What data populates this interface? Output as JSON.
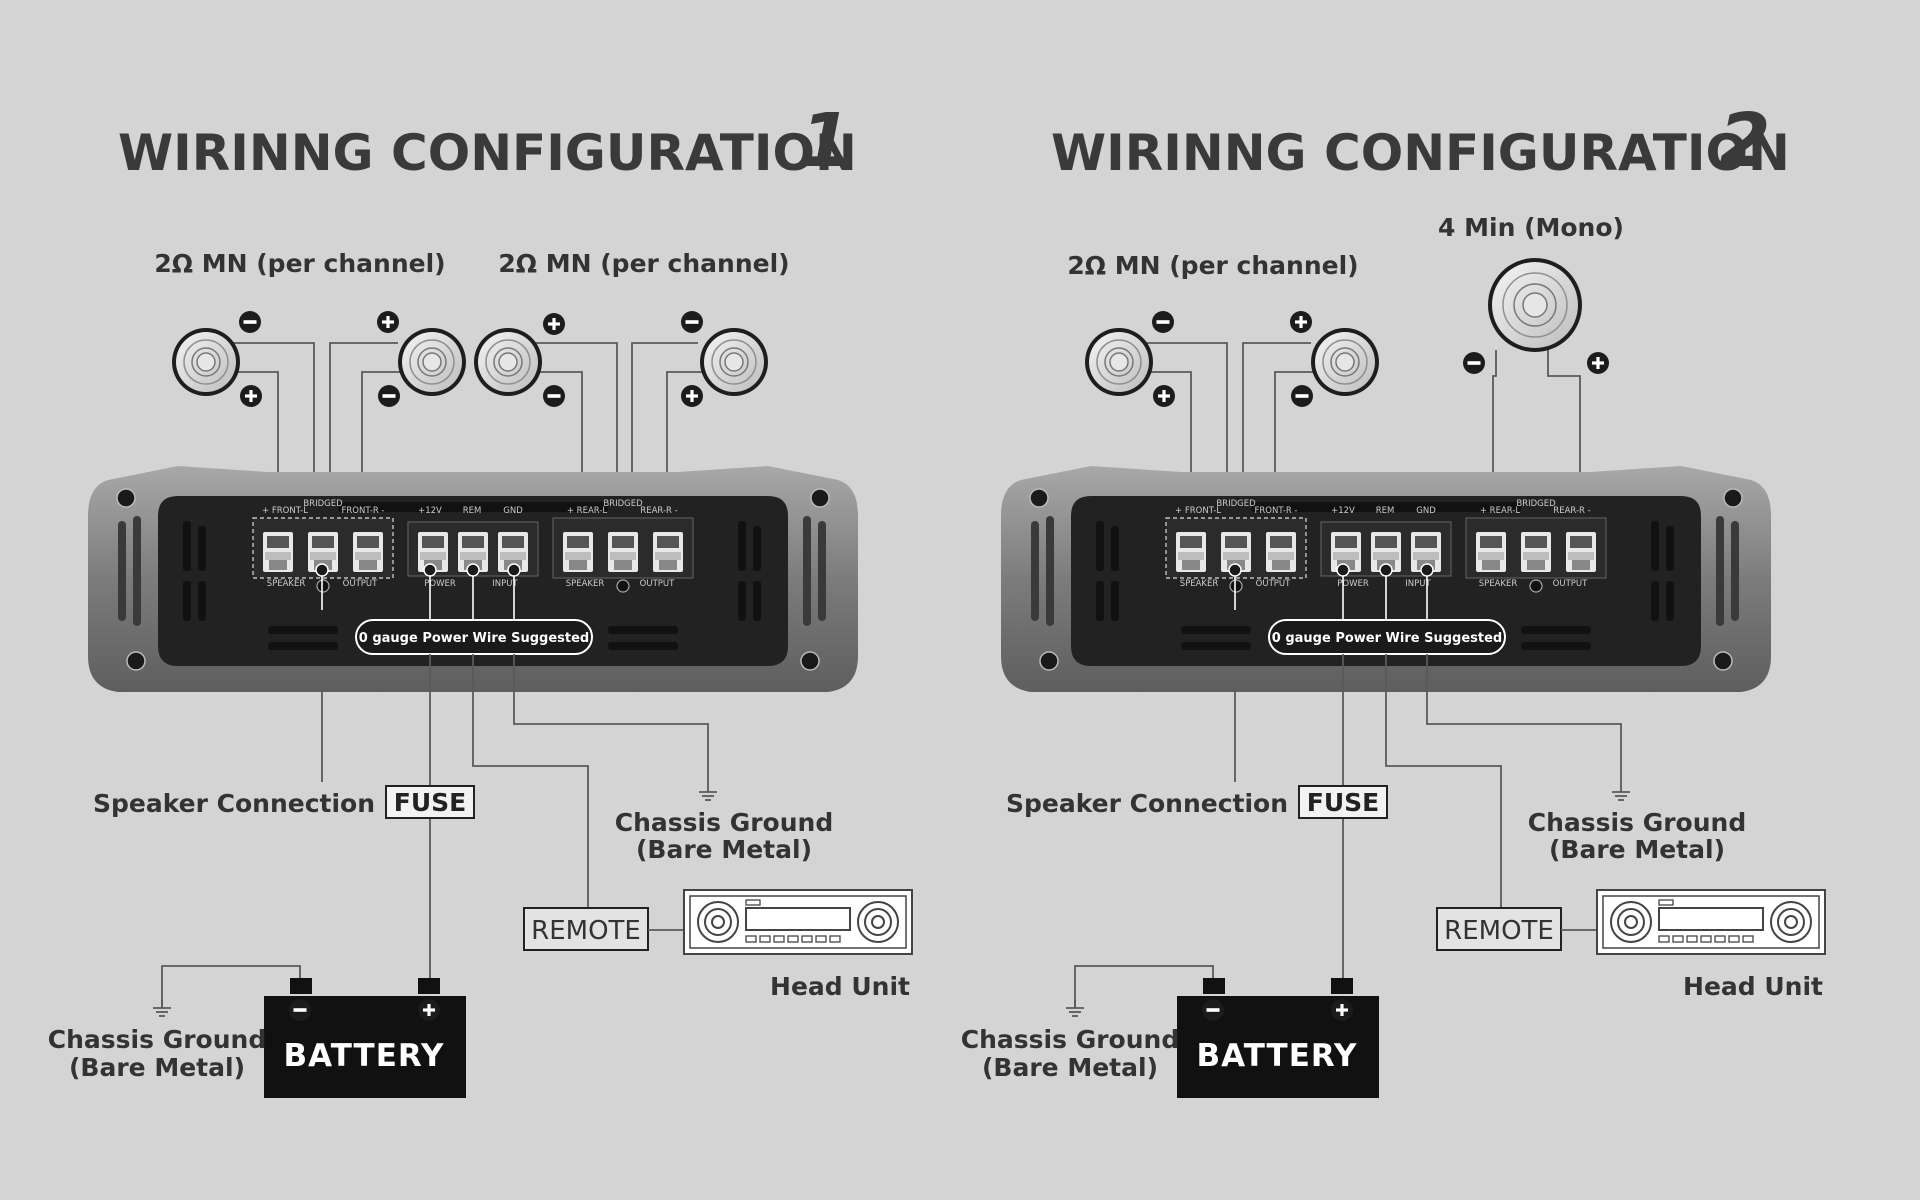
{
  "configs": [
    {
      "title": "WIRINNG CONFIGURATION",
      "number": "1",
      "speaker_group_labels": [
        "2Ω MN (per channel)",
        "2Ω MN (per channel)"
      ],
      "speaker_connection_label": "Speaker Connection",
      "fuse_label": "FUSE",
      "chassis_ground_label": [
        "Chassis Ground",
        "(Bare Metal)"
      ],
      "remote_label": "REMOTE",
      "head_unit_label": "Head Unit",
      "battery_label": "BATTERY",
      "battery_ground_label": [
        "Chassis Ground",
        "(Bare Metal)"
      ],
      "power_wire_note": "0 gauge Power Wire Suggested"
    },
    {
      "title": "WIRINNG CONFIGURATION",
      "number": "2",
      "speaker_group_labels": [
        "2Ω MN (per channel)",
        "4 Min (Mono)"
      ],
      "speaker_connection_label": "Speaker Connection",
      "fuse_label": "FUSE",
      "chassis_ground_label": [
        "Chassis Ground",
        "(Bare Metal)"
      ],
      "remote_label": "REMOTE",
      "head_unit_label": "Head Unit",
      "battery_label": "BATTERY",
      "battery_ground_label": [
        "Chassis Ground",
        "(Bare Metal)"
      ],
      "power_wire_note": "0 gauge Power Wire Suggested"
    }
  ],
  "terminal_labels": {
    "front_l": "+ FRONT-L",
    "bridged": "BRIDGED",
    "front_r": "FRONT-R -",
    "plus12v": "+12V",
    "rem": "REM",
    "gnd": "GND",
    "rear_l": "+ REAR-L",
    "rear_r": "REAR-R -",
    "speaker": "SPEAKER",
    "output": "OUTPUT",
    "power": "POWER",
    "input": "INPUT"
  },
  "polarity": {
    "plus": "+",
    "minus": "−"
  },
  "colors": {
    "background": "#d4d4d4",
    "amp_body": "#2a2a2a",
    "amp_frame": "#8a8a8a",
    "battery": "#111111",
    "text": "#333333"
  }
}
